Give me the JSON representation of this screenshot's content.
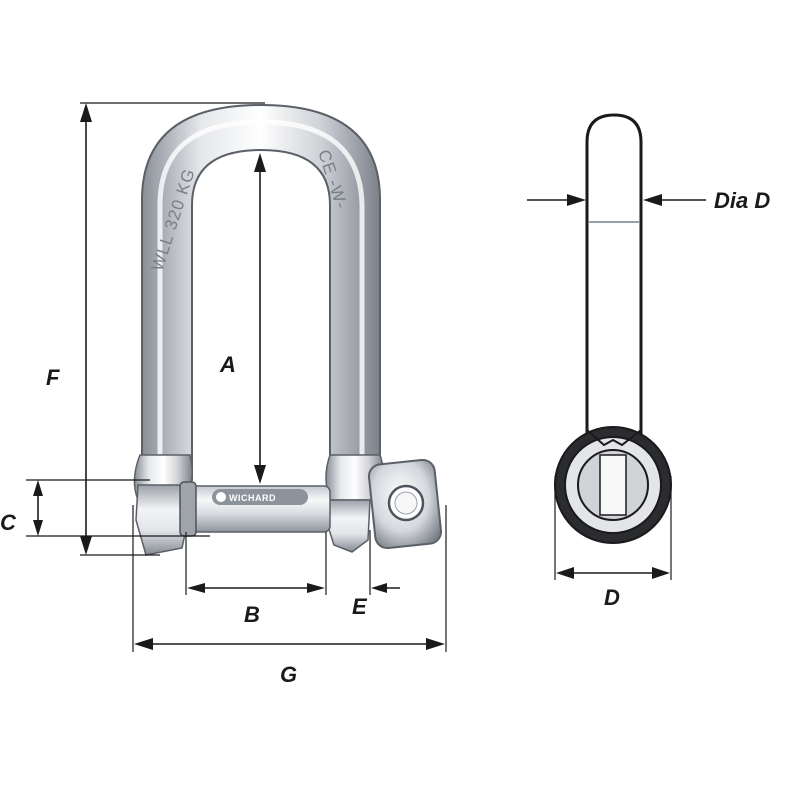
{
  "labels": {
    "a": "A",
    "b": "B",
    "c": "C",
    "d": "D",
    "e": "E",
    "f": "F",
    "g": "G",
    "dia_d": "Dia D"
  },
  "engraving": {
    "load_rating": "WLL 320 KG",
    "marking": "CE -W-",
    "pin_brand": "WICHARD"
  },
  "colors": {
    "steel_light": "#f4f5f7",
    "steel_mid": "#c9ccd1",
    "steel_dark": "#6e737b",
    "line": "#1a1a1a"
  }
}
